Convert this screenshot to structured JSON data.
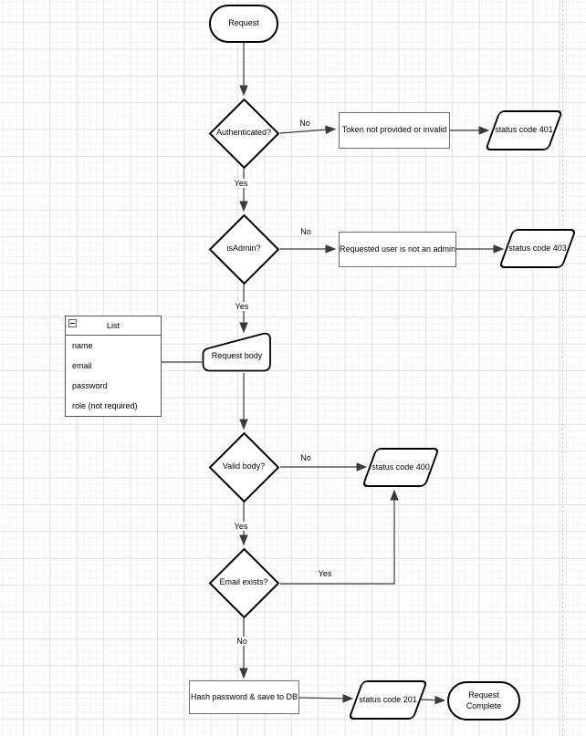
{
  "diagram": {
    "nodes": {
      "start": {
        "type": "terminator",
        "label": "Request"
      },
      "authenticated": {
        "type": "decision",
        "label": "Authenticated?"
      },
      "token_invalid": {
        "type": "process",
        "label": "Token not provided or invalid"
      },
      "status_401": {
        "type": "input-output",
        "label": "status code 401"
      },
      "is_admin": {
        "type": "decision",
        "label": "isAdmin?"
      },
      "not_admin": {
        "type": "process",
        "label": "Requested user is not an admin"
      },
      "status_403": {
        "type": "input-output",
        "label": "status code 403"
      },
      "list": {
        "type": "list",
        "title": "List",
        "items": [
          "name",
          "email",
          "password",
          "role (not required)"
        ]
      },
      "request_body": {
        "type": "manual-input",
        "label": "Request body"
      },
      "valid_body": {
        "type": "decision",
        "label": "Valid body?"
      },
      "status_400": {
        "type": "input-output",
        "label": "status code 400"
      },
      "email_exists": {
        "type": "decision",
        "label": "Email exists?"
      },
      "hash_save": {
        "type": "process",
        "label": "Hash password & save to DB"
      },
      "status_201": {
        "type": "input-output",
        "label": "status code 201"
      },
      "complete": {
        "type": "terminator",
        "label": "Request Complete"
      }
    },
    "edge_labels": {
      "auth_no": "No",
      "auth_yes": "Yes",
      "admin_no": "No",
      "admin_yes": "Yes",
      "valid_no": "No",
      "valid_yes": "Yes",
      "email_yes": "Yes",
      "email_no": "No"
    },
    "colors": {
      "shape_stroke": "#000000",
      "process_stroke": "#6e6e6e",
      "edge_stroke": "#3b3b3b",
      "grid_major": "#e3e3e3",
      "grid_minor": "#f4f4f4",
      "page_break": "#c9c9c9"
    }
  }
}
